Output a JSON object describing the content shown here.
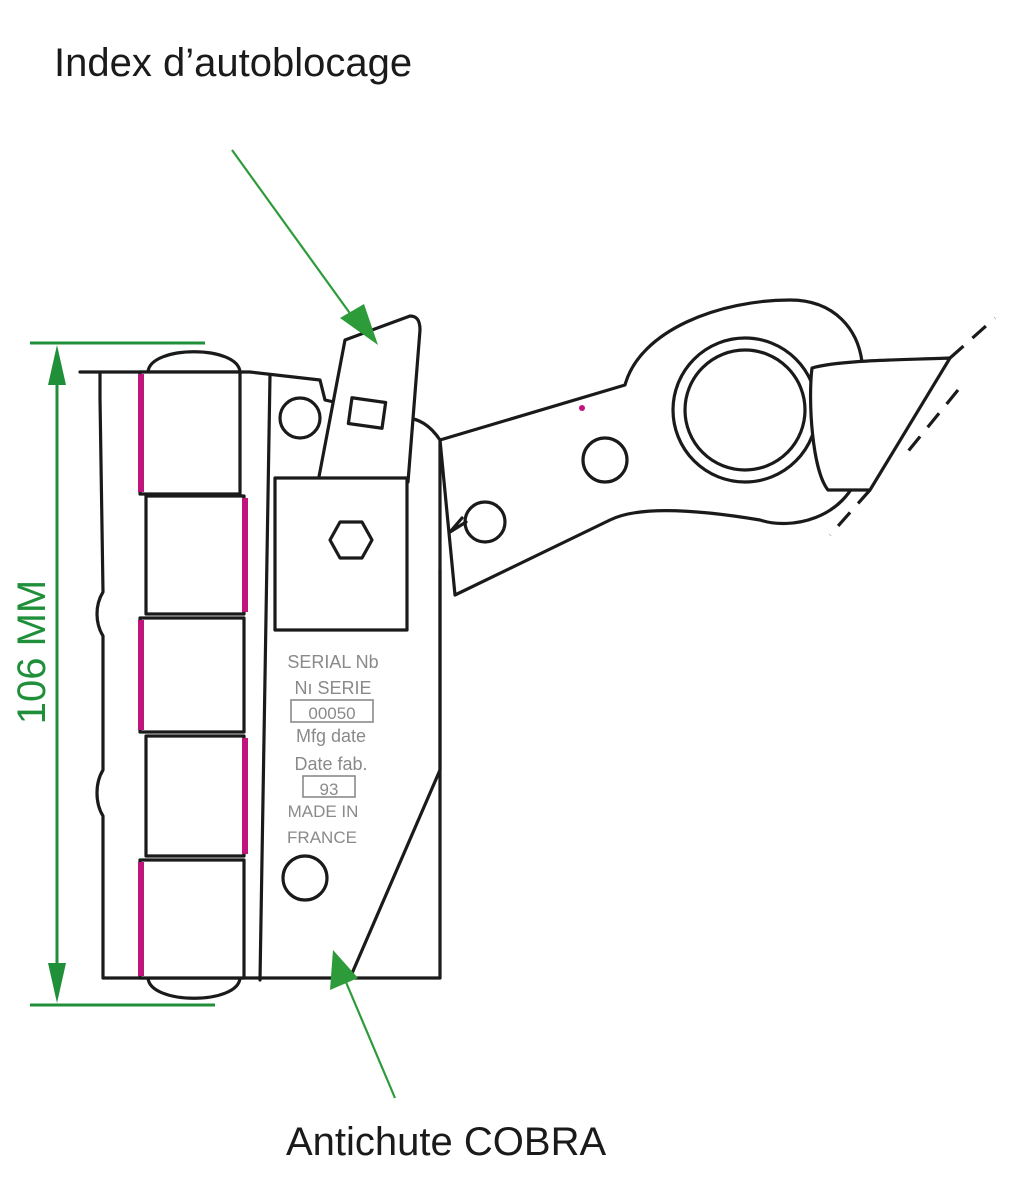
{
  "labels": {
    "top_callout": "Index d’autoblocage",
    "bottom_callout": "Antichute COBRA",
    "dimension": "106 MM"
  },
  "nameplate": {
    "line1": "SERIAL Nb",
    "line2": "Nı SERIE",
    "serial_value": "00050",
    "line3": "Mfg date",
    "line4": "Date fab.",
    "date_value": "93",
    "line5": "MADE IN",
    "line6": "FRANCE"
  },
  "colors": {
    "arrow_green": "#2e9b3a",
    "dimension_green": "#1f8f3a",
    "accent_magenta": "#c0157a",
    "ink": "#1a1a1a",
    "plate_text": "#8a8a8a"
  }
}
